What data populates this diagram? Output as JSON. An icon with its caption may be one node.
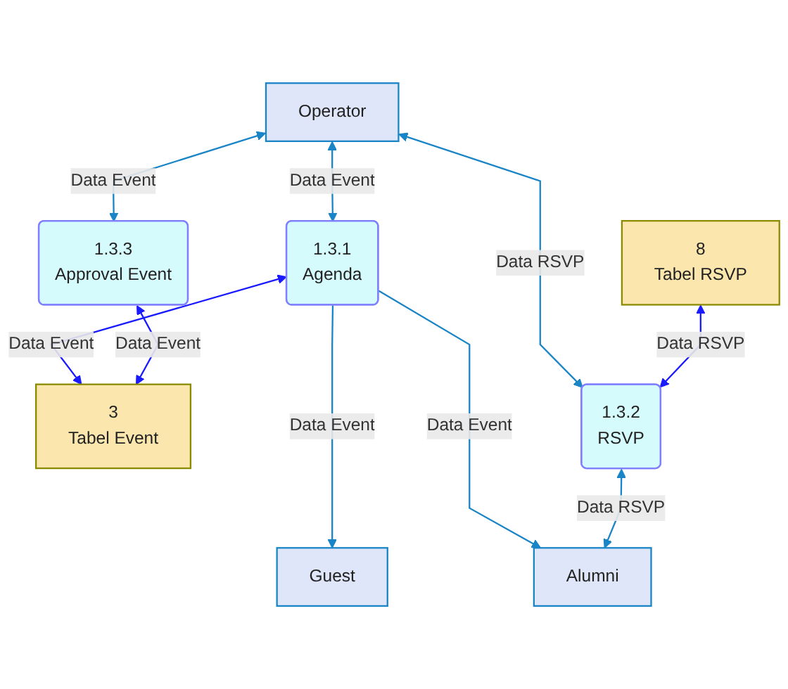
{
  "diagram": {
    "nodes": [
      {
        "text": [
          "Guest"
        ]
      },
      {
        "text": [
          "Operator"
        ]
      },
      {
        "text": [
          "1.3.1",
          "Agenda"
        ]
      },
      {
        "text": [
          "3",
          "Tabel Event"
        ]
      },
      {
        "text": [
          "1.3.3",
          "Approval Event"
        ]
      },
      {
        "text": [
          "8",
          "Tabel RSVP"
        ]
      },
      {
        "text": [
          "1.3.2",
          "RSVP"
        ]
      },
      {
        "text": [
          "Alumni"
        ]
      }
    ],
    "edges": [
      {
        "from": 2,
        "to": 0,
        "arrow": "to",
        "label": "Data Event"
      },
      {
        "from": 1,
        "to": 2,
        "arrow": "both",
        "label": "Data Event"
      },
      {
        "from": 2,
        "to": 3,
        "arrow": "both",
        "label": "Data Event",
        "color": "#1a1aff"
      },
      {
        "from": 2,
        "to": 7,
        "arrow": "to",
        "label": "Data Event"
      },
      {
        "from": 1,
        "to": 4,
        "arrow": "both",
        "label": "Data Event"
      },
      {
        "from": 4,
        "to": 3,
        "arrow": "both",
        "label": "Data Event",
        "color": "#1a1aff"
      },
      {
        "from": 1,
        "to": 6,
        "arrow": "both",
        "label": "Data RSVP"
      },
      {
        "from": 6,
        "to": 7,
        "arrow": "both",
        "label": "Data RSVP"
      },
      {
        "from": 5,
        "to": 6,
        "arrow": "both",
        "label": "Data RSVP",
        "color": "#1a1aff"
      }
    ]
  }
}
